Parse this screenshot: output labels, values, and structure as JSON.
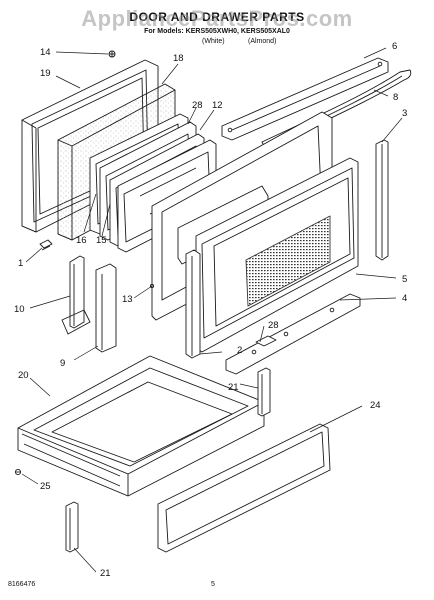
{
  "header": {
    "title": "DOOR AND DRAWER PARTS",
    "watermark": "AppliancePartsPros.com",
    "models": "For Models: KERS505XWH0, KERS505XAL0",
    "colors": [
      "(White)",
      "(Almond)"
    ]
  },
  "callouts": [
    "14",
    "19",
    "18",
    "28",
    "12",
    "6",
    "8",
    "3",
    "16",
    "15",
    "1",
    "10",
    "13",
    "5",
    "4",
    "28",
    "2",
    "9",
    "21",
    "20",
    "24",
    "25",
    "21"
  ],
  "footer": {
    "figure_number": "8166476",
    "page_number": "5"
  },
  "colors": {
    "line": "#1a1a1a",
    "fill": "#ffffff",
    "speckle": "#9a9a9a",
    "vent": "#333333",
    "watermark": "#969696"
  }
}
